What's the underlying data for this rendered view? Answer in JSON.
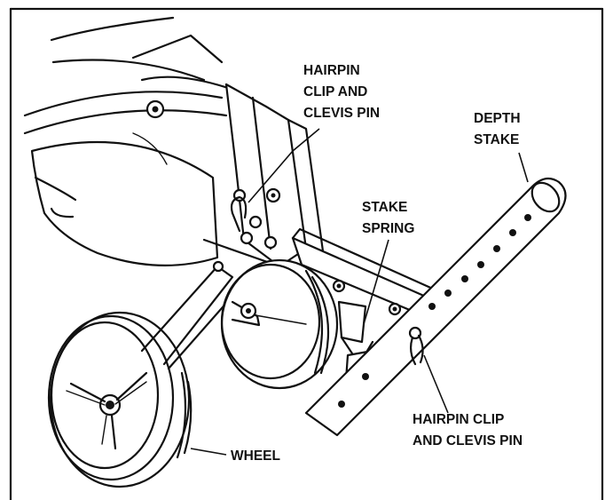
{
  "labels": {
    "hairpin_top_line1": "HAIRPIN",
    "hairpin_top_line2": "CLIP AND",
    "hairpin_top_line3": "CLEVIS PIN",
    "depth_stake_line1": "DEPTH",
    "depth_stake_line2": "STAKE",
    "stake_spring_line1": "STAKE",
    "stake_spring_line2": "SPRING",
    "hairpin_bottom_line1": "HAIRPIN CLIP",
    "hairpin_bottom_line2": "AND CLEVIS PIN",
    "wheel": "WHEEL"
  }
}
